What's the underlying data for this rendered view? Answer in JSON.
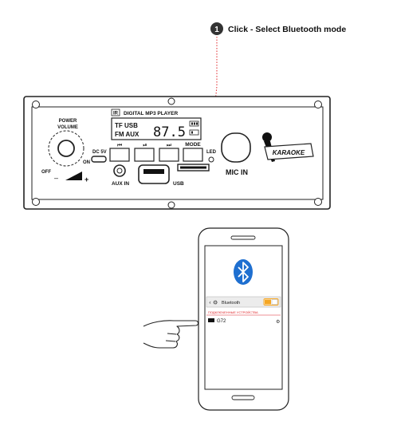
{
  "step": {
    "number": "1",
    "text": "Click - Select Bluetooth mode"
  },
  "panel": {
    "brand_badge": "IR",
    "title": "DIGITAL MP3 PLAYER",
    "display": {
      "line1": "TF USB",
      "line2": "FM AUX",
      "frequency": "87.5"
    },
    "power_label": "POWER",
    "volume_label": "VOLUME",
    "off_label": "OFF",
    "on_label": "ON",
    "minus_label": "–",
    "plus_label": "+",
    "dc_label": "DC 5V",
    "mode_label": "MODE",
    "led_label": "LED",
    "aux_label": "AUX IN",
    "usb_label": "USB",
    "mic_label": "MIC IN",
    "karaoke_label": "KARAOKE"
  },
  "phone": {
    "header_title": "Bluetooth",
    "section_label": "ПОДКЛЮЧЕННЫЕ УСТРОЙСТВА",
    "device_name": "G72"
  },
  "colors": {
    "accent_red": "#e0262a",
    "bluetooth_blue": "#1e6fd0",
    "toggle_orange": "#f5a623",
    "line": "#222222"
  },
  "icons": [
    "bluetooth-icon",
    "settings-icon",
    "hand-pointer-icon",
    "play-pause-icon",
    "prev-icon",
    "next-icon",
    "battery-icon",
    "microphone-icon"
  ]
}
